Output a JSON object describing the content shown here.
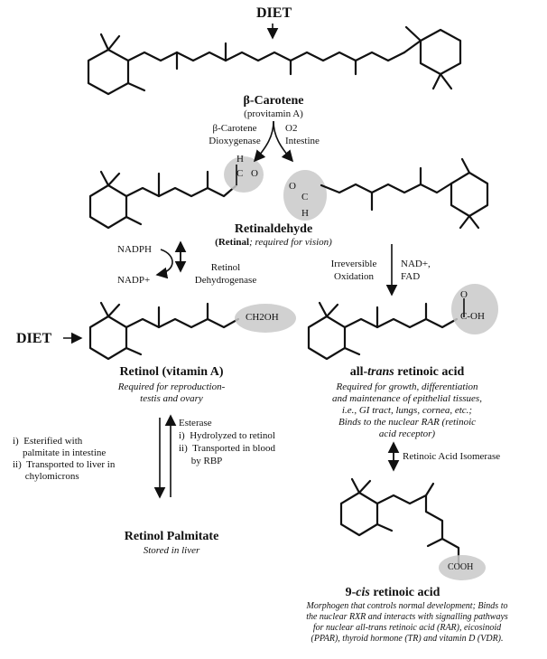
{
  "diet_top": "DIET",
  "diet_left": "DIET",
  "beta_carotene": {
    "name": "β-Carotene",
    "sub": "(provitamin A)"
  },
  "enzyme_cleavage": {
    "line1": "β-Carotene",
    "line2": "Dioxygenase"
  },
  "cofactor_cleavage": {
    "line1": "O2",
    "line2": "Intestine"
  },
  "retinaldehyde": {
    "name": "Retinaldehyde",
    "sub_bold": "(Retinal",
    "sub_rest": "; required for vision)"
  },
  "aldehyde_label": {
    "h": "H",
    "c": "C",
    "o": "O"
  },
  "nadph": "NADPH",
  "nadp": "NADP+",
  "retinol_dehydrogenase": {
    "line1": "Retinol",
    "line2": "Dehydrogenase"
  },
  "oxidation": {
    "line1": "Irreversible",
    "line2": "Oxidation"
  },
  "nad_fad": {
    "line1": "NAD+,",
    "line2": "FAD"
  },
  "retinol_group": "CH2OH",
  "acid_group": "C-OH",
  "acid_o": "O",
  "retinol": {
    "name": "Retinol (vitamin A)",
    "desc1": "Required for reproduction-",
    "desc2": "testis and ovary"
  },
  "retinoic_acid": {
    "name_prefix": "all-",
    "name_italic": "trans",
    "name_suffix": " retinoic acid",
    "desc": [
      "Required for growth, differentiation",
      "and maintenance of epithelial tissues,",
      "i.e., GI tract, lungs, cornea, etc.;",
      "Binds to the nuclear RAR (retinoic",
      "acid receptor)"
    ]
  },
  "esterification": [
    "i)  Esterified with",
    "    palmitate in intestine",
    "ii)  Transported to liver in",
    "     chylomicrons"
  ],
  "esterase": [
    "Esterase",
    "i)  Hydrolyzed to retinol",
    "ii)  Transported in blood",
    "     by RBP"
  ],
  "isomerase": "Retinoic Acid Isomerase",
  "retinol_palmitate": {
    "name": "Retinol Palmitate",
    "desc": "Stored in liver"
  },
  "cooh": "COOH",
  "nine_cis": {
    "name_prefix": "9-",
    "name_italic": "cis",
    "name_suffix": " retinoic acid",
    "desc": [
      "Morphogen that controls normal development; Binds to",
      "the nuclear RXR and interacts with signalling pathways",
      "for nuclear all-trans retinoic acid (RAR), eicosinoid",
      "(PPAR), thyroid hormone (TR) and vitamin D (VDR)."
    ]
  }
}
